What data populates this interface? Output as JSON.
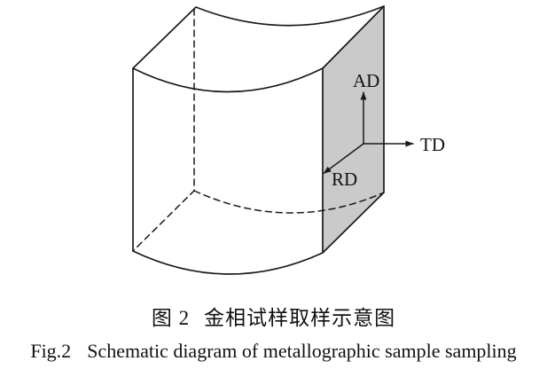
{
  "figure": {
    "axes": {
      "ad": "AD",
      "td": "TD",
      "rd": "RD"
    },
    "caption_cn": {
      "label": "图 2",
      "text": "金相试样取样示意图"
    },
    "caption_en": {
      "label": "Fig.2",
      "text": "Schematic diagram of metallographic sample sampling"
    },
    "colors": {
      "face_fill": "#cacaca",
      "line": "#1a1a1a",
      "background": "#ffffff"
    }
  }
}
